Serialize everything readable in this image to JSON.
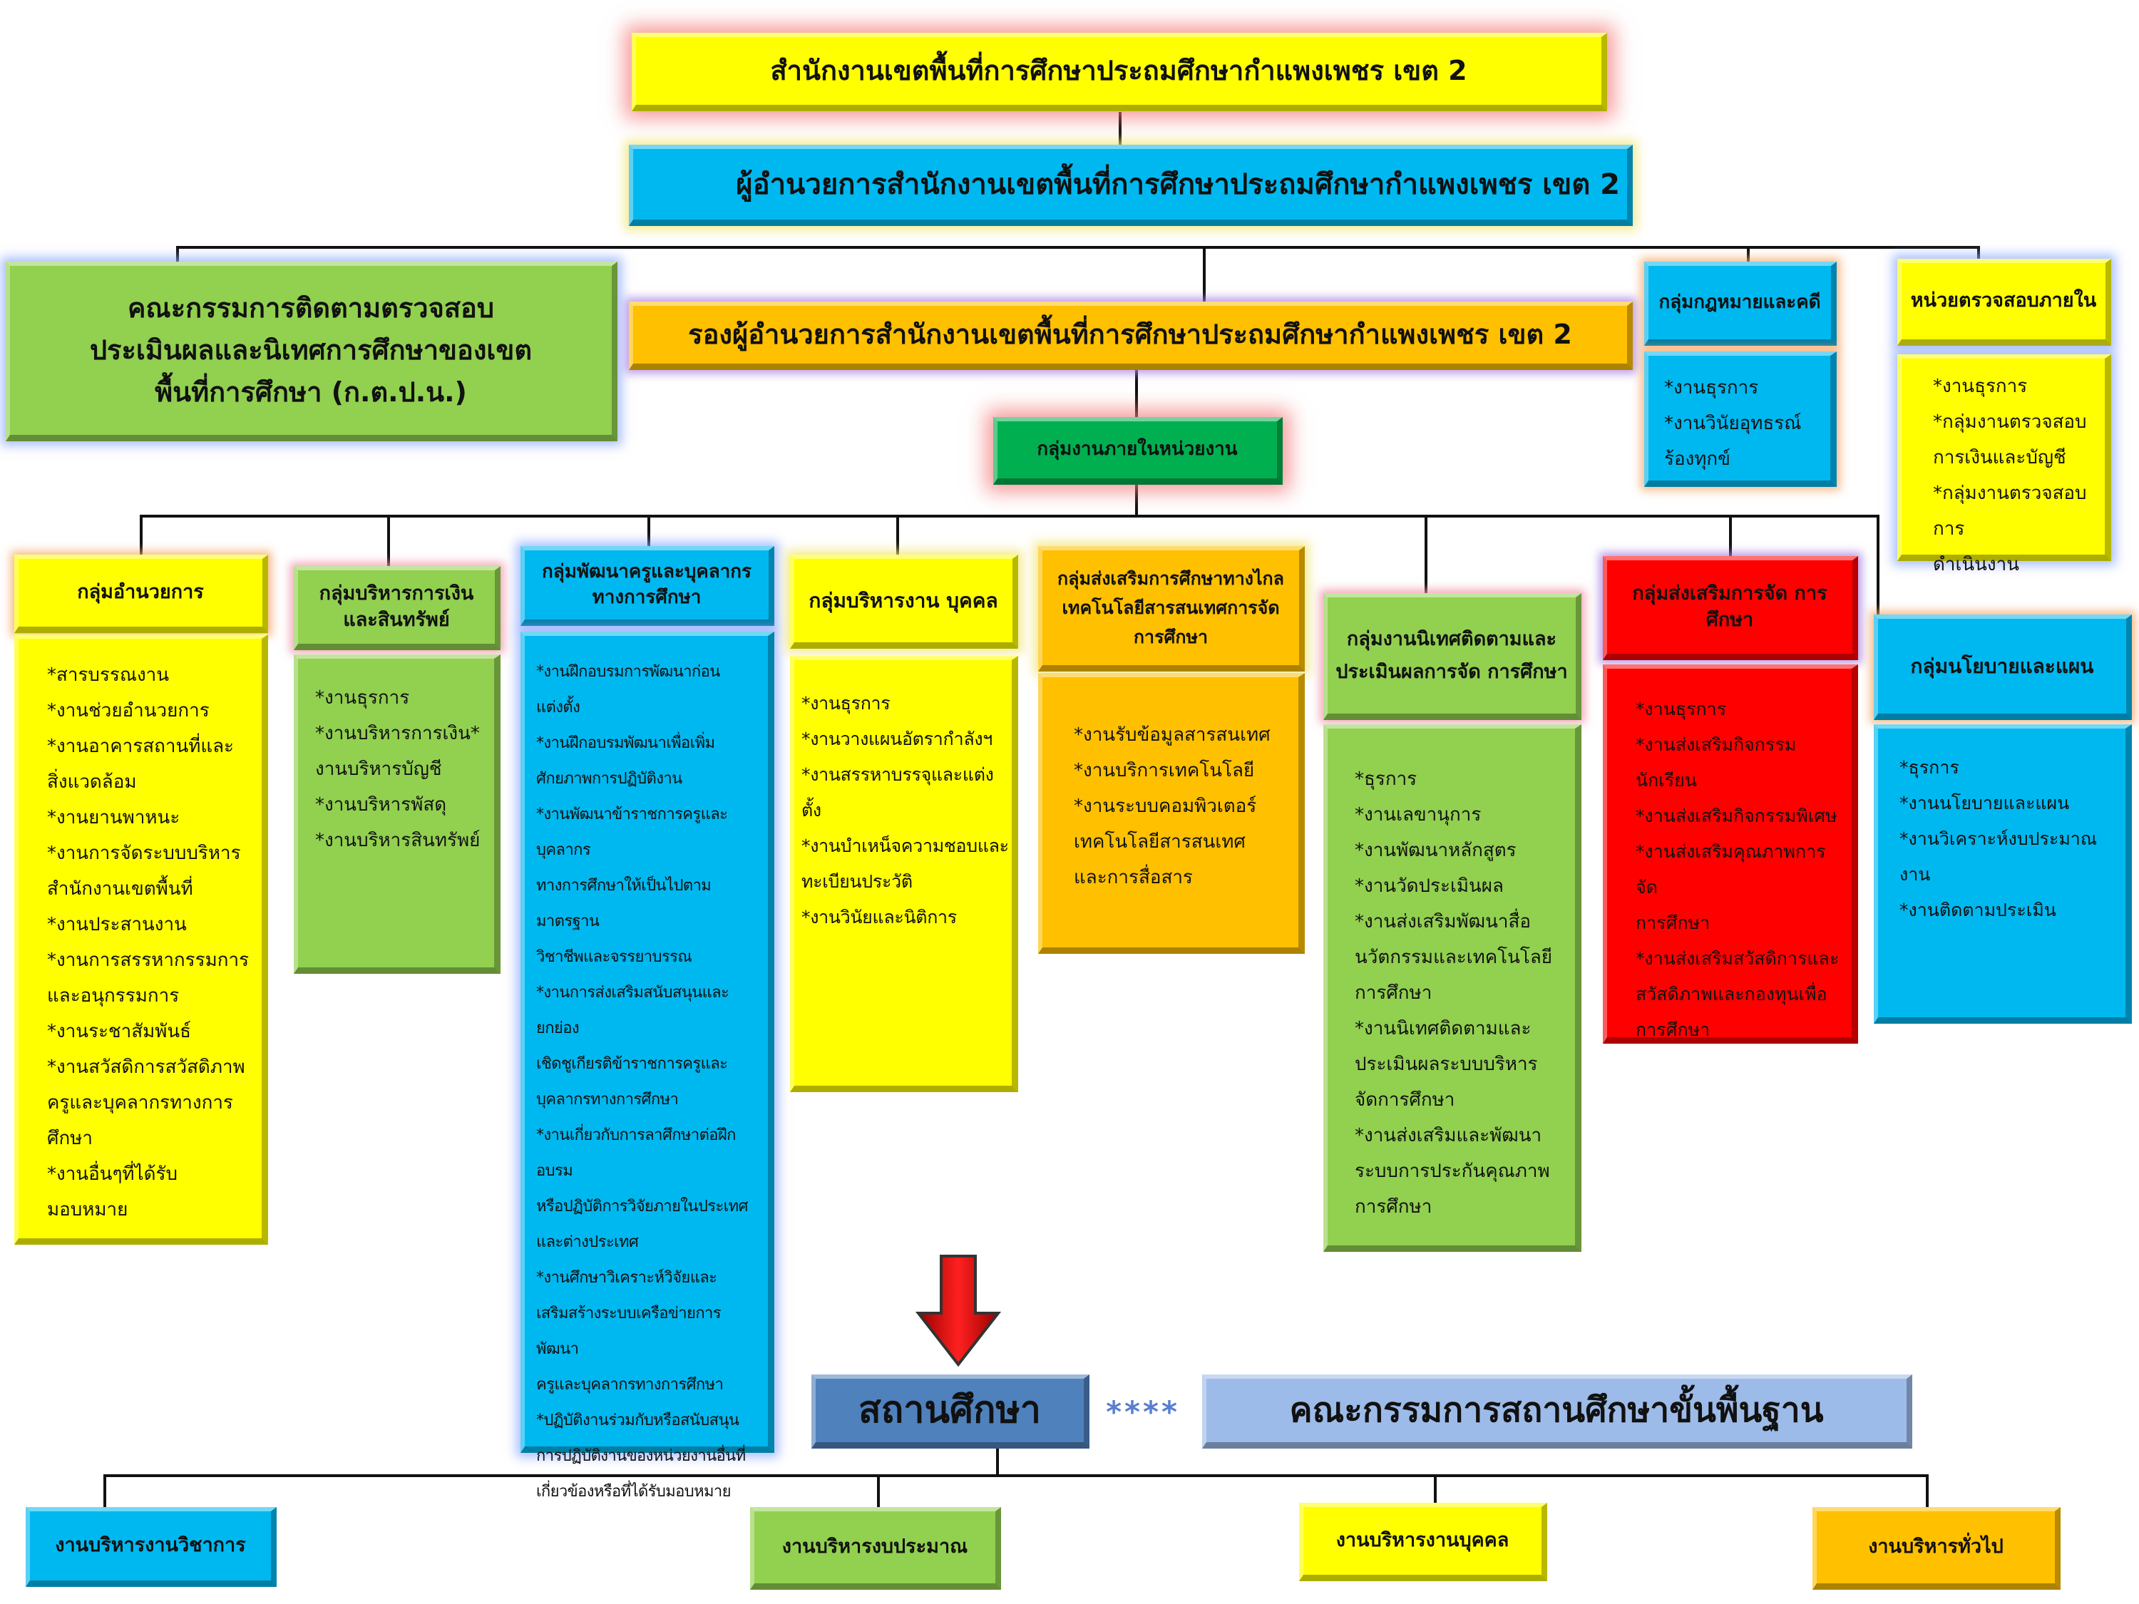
{
  "top": {
    "office": "สำนักงานเขตพื้นที่การศึกษาประถมศึกษากำแพงเพชร เขต 2",
    "director": "ผู้อำนวยการสำนักงานเขตพื้นที่การศึกษาประถมศึกษากำแพงเพชร เขต 2",
    "deputy": "รองผู้อำนวยการสำนักงานเขตพื้นที่การศึกษาประถมศึกษากำแพงเพชร เขต 2",
    "committee": [
      "คณะกรรมการติดตามตรวจสอบ",
      "ประเมินผลและนิเทศการศึกษาของเขต",
      "พื้นที่การศึกษา (ก.ต.ป.น.)"
    ],
    "internal": "กลุ่มงานภายในหน่วยงาน"
  },
  "legal": {
    "title": "กลุ่มกฎหมายและคดี",
    "items": [
      "*งานธุรการ",
      "*งานวินัยอุทธรณ์",
      "ร้องทุกข์"
    ]
  },
  "audit": {
    "title": "หน่วยตรวจสอบภายใน",
    "items": [
      "*งานธุรการ",
      "*กลุ่มงานตรวจสอบ",
      "การเงินและบัญชี",
      "*กลุ่มงานตรวจสอบการ",
      "ดำเนินงาน"
    ]
  },
  "groups": [
    {
      "title": "กลุ่มอำนวยการ",
      "items": [
        "*สารบรรณงาน",
        "*งานช่วยอำนวยการ",
        "*งานอาคารสถานที่และ",
        "สิ่งแวดล้อม",
        "*งานยานพาหนะ",
        "*งานการจัดระบบบริหาร",
        "สำนักงานเขตพื้นที่",
        "*งานประสานงาน",
        "*งานการสรรหากรรมการ",
        "และอนุกรรมการ",
        "*งานระชาสัมพันธ์",
        "*งานสวัสดิการสวัสดิภาพ",
        "ครูและบุคลากรทางการ",
        "ศึกษา",
        "*งานอื่นๆที่ได้รับ",
        "มอบหมาย"
      ]
    },
    {
      "title": "กลุ่มบริหารการเงิน และสินทรัพย์",
      "items": [
        "*งานธุรการ",
        "*งานบริหารการเงิน*",
        "งานบริหารบัญชี",
        "*งานบริหารพัสดุ",
        "*งานบริหารสินทรัพย์"
      ]
    },
    {
      "title": "กลุ่มพัฒนาครูและบุคลากร ทางการศึกษา",
      "items": [
        "*งานฝึกอบรมการพัฒนาก่อน",
        "แต่งตั้ง",
        "*งานฝึกอบรมพัฒนาเพื่อเพิ่ม",
        "ศักยภาพการปฏิบัติงาน",
        "*งานพัฒนาข้าราชการครูและบุคลากร",
        "ทางการศึกษาให้เป็นไปตามมาตรฐาน",
        "วิชาชีพและจรรยาบรรณ",
        "*งานการส่งเสริมสนับสนุนและยกย่อง",
        "เชิดชูเกียรติข้าราชการครูและ",
        "บุคลากรทางการศึกษา",
        "*งานเกี่ยวกับการลาศึกษาต่อฝึกอบรม",
        "หรือปฏิบัติการวิจัยภายในประเทศ",
        "และต่างประเทศ",
        "*งานศึกษาวิเคราะห์วิจัยและ",
        "เสริมสร้างระบบเครือข่ายการพัฒนา",
        "ครูและบุคลากรทางการศึกษา",
        "*ปฏิบัติงานร่วมกับหรือสนับสนุน",
        "การปฏิบัติงานของหน่วยงานอื่นที่",
        "เกี่ยวข้องหรือที่ได้รับมอบหมาย"
      ]
    },
    {
      "title": "กลุ่มบริหารงาน บุคคล",
      "items": [
        "*งานธุรการ",
        "*งานวางแผนอัตรากำลังฯ",
        "*งานสรรหาบรรจุและแต่งตั้ง",
        "*งานบำเหน็จความชอบและ",
        "ทะเบียนประวัติ",
        "*งานวินัยและนิติการ"
      ]
    },
    {
      "title": "กลุ่มส่งเสริมการศึกษาทางไกล เทคโนโลยีสารสนเทศการจัด การศึกษา",
      "items": [
        "*งานรับข้อมูลสารสนเทศ",
        "*งานบริการเทคโนโลยี",
        "*งานระบบคอมพิวเตอร์",
        "เทคโนโลยีสารสนเทศ",
        "และการสื่อสาร"
      ]
    },
    {
      "title": "กลุ่มงานนิเทศติดตามและ ประเมินผลการจัด การศึกษา",
      "items": [
        "*ธุรการ",
        "*งานเลขานุการ",
        "*งานพัฒนาหลักสูตร",
        "*งานวัดประเมินผล",
        "*งานส่งเสริมพัฒนาสื่อ",
        "นวัตกรรมและเทคโนโลยี",
        "การศึกษา",
        "*งานนิเทศติดตามและ",
        "ประเมินผลระบบบริหาร",
        "จัดการศึกษา",
        "*งานส่งเสริมและพัฒนา",
        "ระบบการประกันคุณภาพ",
        "การศึกษา"
      ]
    },
    {
      "title": "กลุ่มส่งเสริมการจัด การศึกษา",
      "items": [
        "*งานธุรการ",
        "*งานส่งเสริมกิจกรรม",
        "นักเรียน",
        "*งานส่งเสริมกิจกรรมพิเศษ",
        "*งานส่งเสริมคุณภาพการจัด",
        "การศึกษา",
        "*งานส่งเสริมสวัสดิการและ",
        "สวัสดิภาพและกองทุนเพื่อ",
        "การศึกษา"
      ]
    },
    {
      "title": "กลุ่มนโยบายและแผน",
      "items": [
        "*ธุรการ",
        "*งานนโยบายและแผน",
        "*งานวิเคราะห์งบประมาณงาน",
        "*งานติดตามประเมิน"
      ]
    }
  ],
  "bottom": {
    "school": "สถานศึกษา",
    "stars": "****",
    "school_board": "คณะกรรมการสถานศึกษาขั้นพื้นฐาน",
    "units": [
      "งานบริหารงานวิชาการ",
      "งานบริหารงบประมาณ",
      "งานบริหารงานบุคคล",
      "งานบริหารทั่วไป"
    ]
  },
  "colors": {
    "yellow": "#ffff00",
    "cyan": "#00b8f0",
    "green": "#92d050",
    "gold": "#ffc000",
    "red": "#ff0000",
    "dark_green": "#00b050",
    "steel_blue": "#4f81bd",
    "light_blue": "#9dbbe8",
    "arrow": "#e00000"
  },
  "icons": {
    "down_arrow": "down-arrow-icon"
  }
}
